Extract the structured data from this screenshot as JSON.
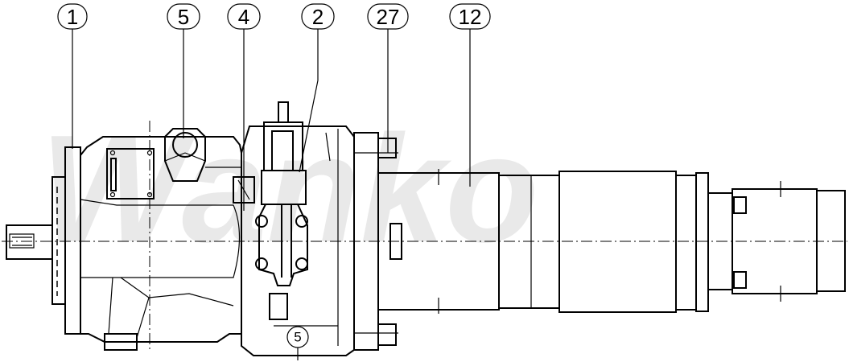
{
  "watermark": "Wanko",
  "callouts": [
    {
      "id": "callout-1",
      "text": "1"
    },
    {
      "id": "callout-5",
      "text": "5"
    },
    {
      "id": "callout-4",
      "text": "4"
    },
    {
      "id": "callout-2",
      "text": "2"
    },
    {
      "id": "callout-27",
      "text": "27"
    },
    {
      "id": "callout-12",
      "text": "12"
    }
  ],
  "bottom_callout": "5"
}
